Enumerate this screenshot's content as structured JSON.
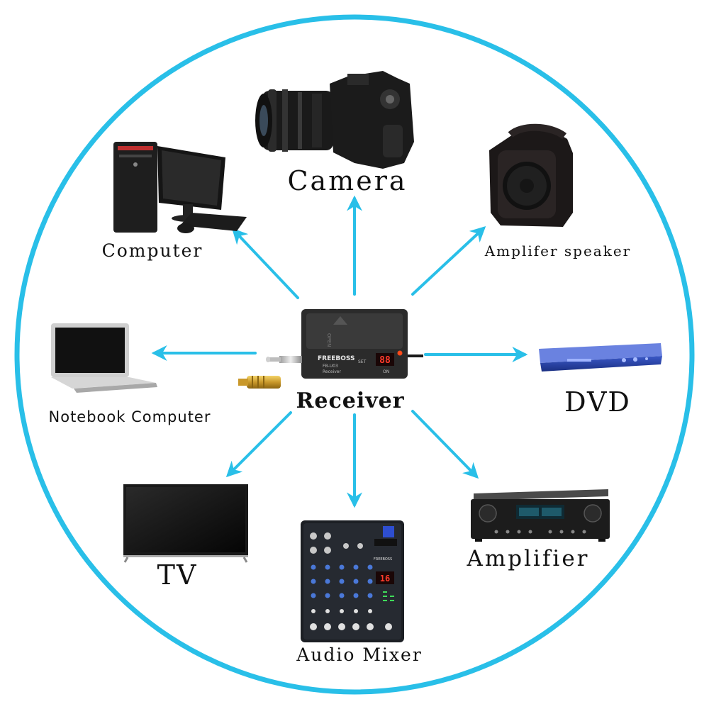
{
  "accent_color": "#29bfe8",
  "center": {
    "label": "Receiver",
    "device_brand": "FREEBOSS",
    "device_model": "FB-U03",
    "device_caption": "Receiver",
    "device_display": "88",
    "device_button_label": "SET",
    "device_on_label": "ON",
    "device_cover_text": "OPEN"
  },
  "devices": [
    {
      "id": "camera",
      "label": "Camera",
      "icon": "camera-icon"
    },
    {
      "id": "computer",
      "label": "Computer",
      "icon": "desktop-computer-icon"
    },
    {
      "id": "speaker",
      "label": "Amplifer speaker",
      "icon": "speaker-icon"
    },
    {
      "id": "notebook",
      "label": "Notebook Computer",
      "icon": "laptop-icon"
    },
    {
      "id": "dvd",
      "label": "DVD",
      "icon": "dvd-player-icon"
    },
    {
      "id": "tv",
      "label": "TV",
      "icon": "tv-icon"
    },
    {
      "id": "mixer",
      "label": "Audio Mixer",
      "icon": "audio-mixer-icon"
    },
    {
      "id": "amplifier",
      "label": "Amplifier",
      "icon": "amplifier-icon"
    }
  ],
  "mixer_display": "16",
  "mixer_brand": "FREEBOSS"
}
